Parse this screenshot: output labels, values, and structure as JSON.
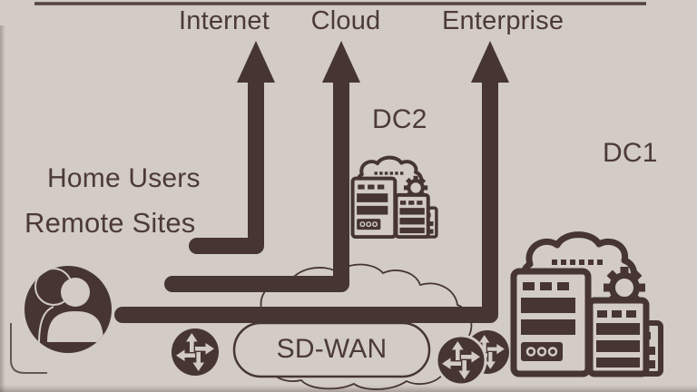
{
  "labels": {
    "internet": "Internet",
    "cloud": "Cloud",
    "enterprise": "Enterprise",
    "home_users": "Home Users",
    "remote_sites": "Remote Sites",
    "dc2": "DC2",
    "dc1": "DC1",
    "sdwan": "SD-WAN"
  },
  "colors": {
    "background": "#d2cbc6",
    "ink": "#463533",
    "text": "#4c3a38"
  },
  "icons": {
    "user": "user-icon",
    "router_left": "router-icon",
    "router_right_front": "router-icon",
    "router_right_back": "router-icon",
    "dc1": "datacenter-icon",
    "dc2": "datacenter-icon",
    "sdwan_cloud": "cloud-outline-shape"
  }
}
